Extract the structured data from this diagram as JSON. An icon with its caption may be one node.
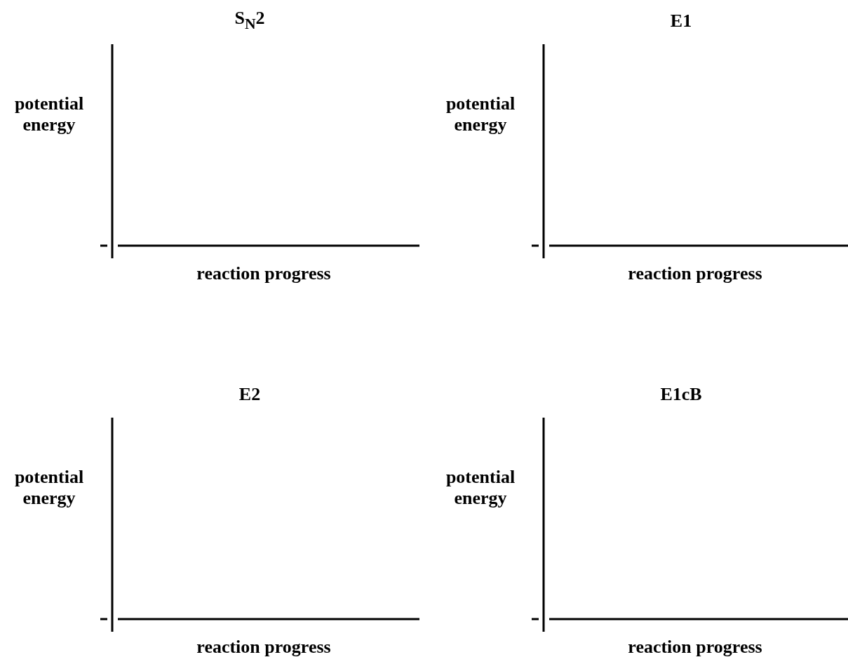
{
  "diagram": {
    "labels": [
      "S$_{N}$2",
      "E1",
      "potential energy",
      "potential energy",
      "reaction progress",
      "reaction progress",
      "E2",
      "E1cB",
      "potential energy",
      "potential energy",
      "reaction progress",
      "reaction progress"
    ]
  }
}
